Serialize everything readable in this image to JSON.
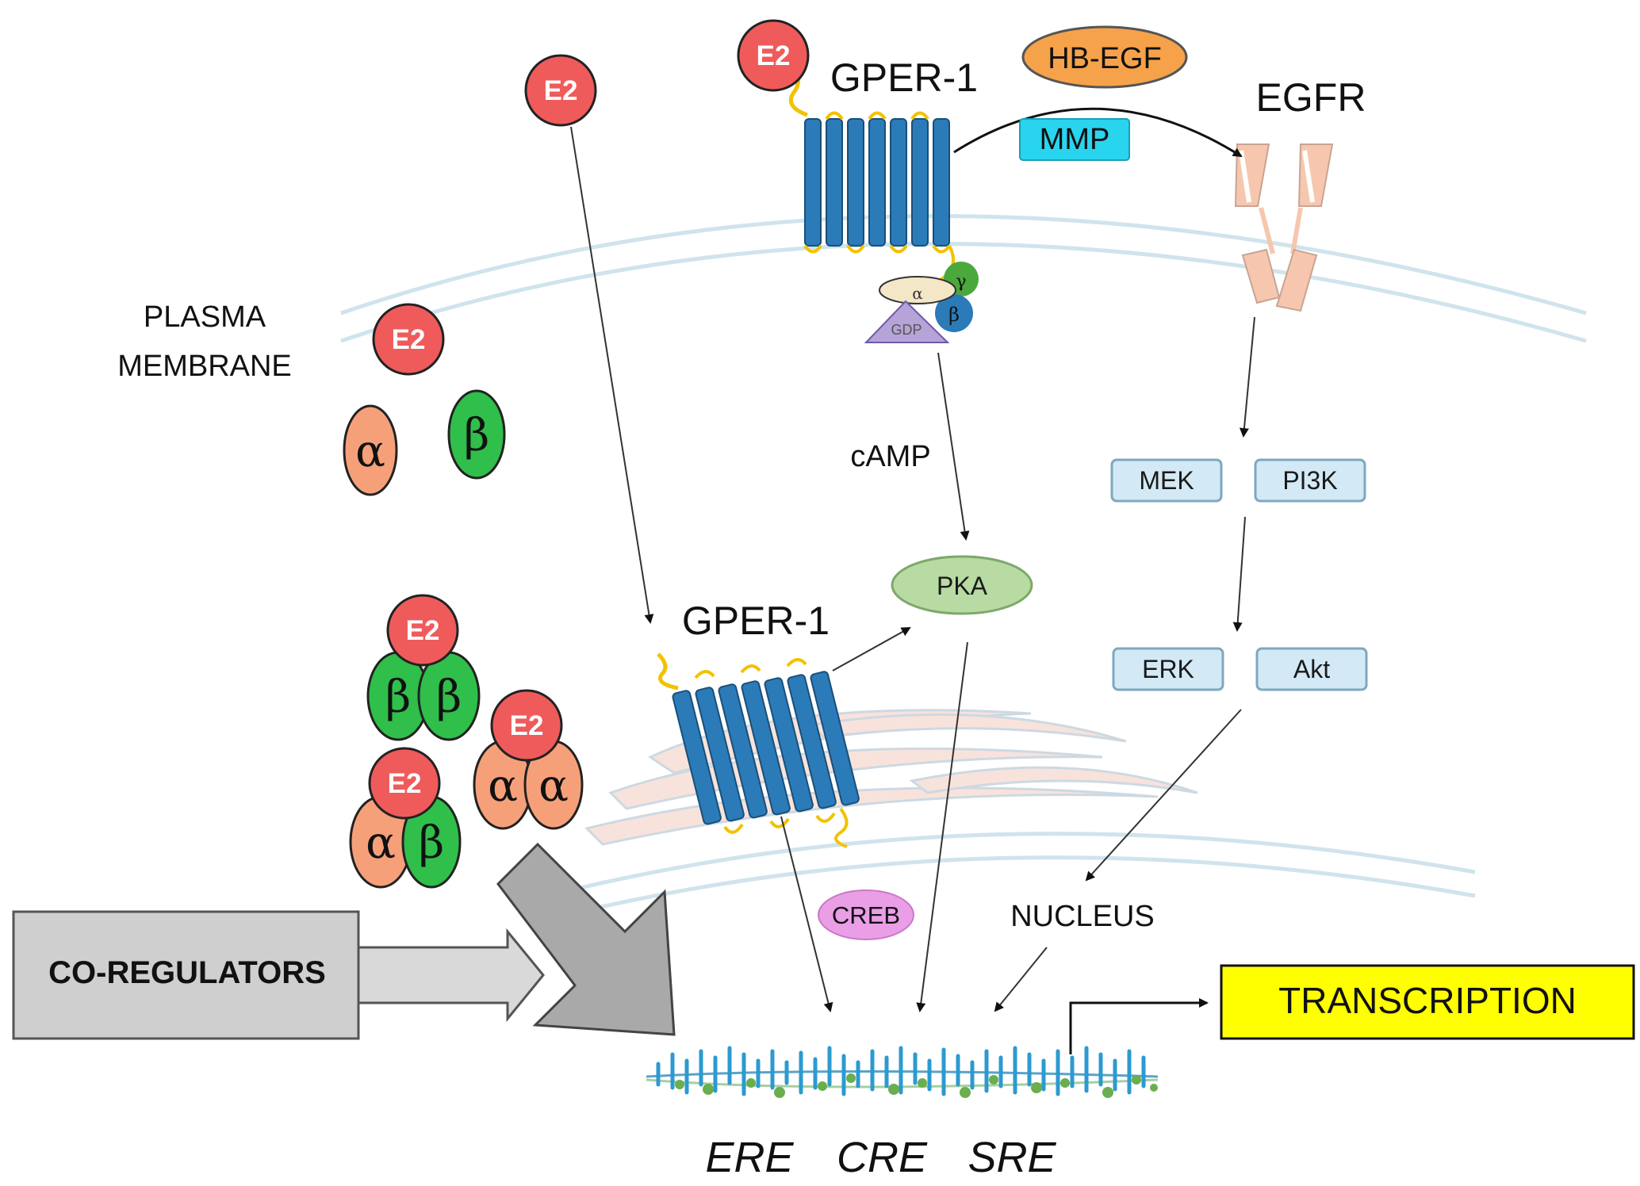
{
  "receptors": {
    "gper_membrane": "GPER-1",
    "gper_er": "GPER-1",
    "egfr": "EGFR"
  },
  "ligands": {
    "e2": "E2",
    "hb_egf": "HB-EGF",
    "mmp": "MMP"
  },
  "gprotein": {
    "alpha": "α",
    "beta": "β",
    "gamma": "γ",
    "gdp": "GDP"
  },
  "membrane_label": {
    "line1": "PLASMA",
    "line2": "MEMBRANE"
  },
  "second_messenger": "cAMP",
  "kinases": {
    "pka": "PKA",
    "mek": "MEK",
    "pi3k": "PI3K",
    "erk": "ERK",
    "akt": "Akt"
  },
  "estrogen_receptors": {
    "alpha": "α",
    "beta": "β"
  },
  "creb": "CREB",
  "nucleus_label": "NUCLEUS",
  "coregulators": "CO-REGULATORS",
  "transcription": "TRANSCRIPTION",
  "elements": {
    "ere": "ERE",
    "cre": "CRE",
    "sre": "SRE"
  },
  "colors": {
    "e2_red": "#ef5b5b",
    "receptor_blue": "#2b7bb9",
    "er_alpha": "#f6a07a",
    "er_beta": "#2fbf4a",
    "hb_egf": "#f6a24a",
    "mmp": "#29d4ee",
    "kinase_box": "#d3e9f5",
    "pka": "#b7dba3",
    "creb": "#ea9ee6",
    "transcription": "#ffff00",
    "coregulators": "#cfcfcf"
  }
}
